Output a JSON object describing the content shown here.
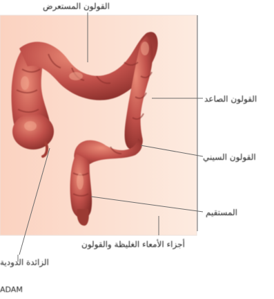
{
  "labels": {
    "top": "القولون المستعرض",
    "right_1": "القولون الصاعد",
    "right_2": "القولون السيني",
    "right_3": "المستقيم",
    "bottom": "أجزاء الأمعاء الغليظة والقولون",
    "left": "الزائدة الدودية",
    "footer": "ADAM"
  },
  "colors": {
    "background_band": "#fde5d6",
    "colon_fill": "#c0504a",
    "colon_dark": "#8a2f2b",
    "colon_highlight": "#e07a6a",
    "leader_line": "#6b6b6b"
  }
}
